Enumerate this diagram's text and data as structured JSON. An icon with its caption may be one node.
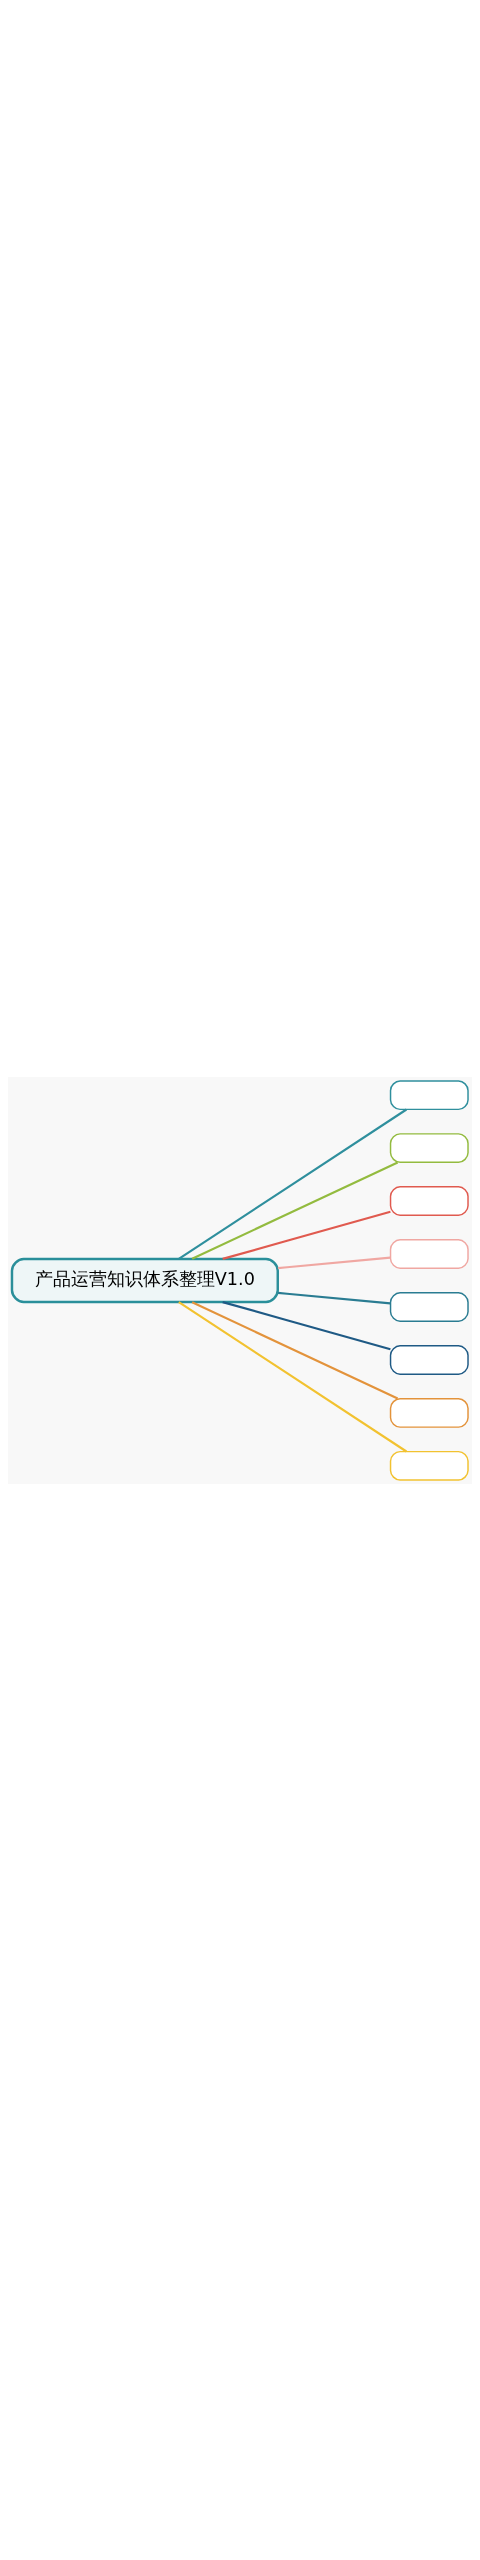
{
  "diagram": {
    "nodes": [
      {
        "text": [
          "产品运营知识体系整理V1.0"
        ]
      },
      {
        "text": [],
        "shape": "box"
      },
      {
        "text": [],
        "shape": "box"
      },
      {
        "text": [],
        "shape": "box"
      },
      {
        "text": [],
        "shape": "box"
      },
      {
        "text": [],
        "shape": "box"
      },
      {
        "text": [],
        "shape": "box"
      },
      {
        "text": [],
        "shape": "box"
      },
      {
        "text": [],
        "shape": "box"
      }
    ],
    "edges": [
      {
        "from": 0,
        "to": 1,
        "arrow": "none",
        "color": "#2f8f9d"
      },
      {
        "from": 0,
        "to": 2,
        "arrow": "none",
        "color": "#93bb3f"
      },
      {
        "from": 0,
        "to": 3,
        "arrow": "none",
        "color": "#e05a4f"
      },
      {
        "from": 0,
        "to": 4,
        "arrow": "none",
        "color": "#f0a7a2"
      },
      {
        "from": 0,
        "to": 5,
        "arrow": "none",
        "color": "#2a7c92"
      },
      {
        "from": 0,
        "to": 6,
        "arrow": "none",
        "color": "#1f5a85"
      },
      {
        "from": 0,
        "to": 7,
        "arrow": "none",
        "color": "#e3933b"
      },
      {
        "from": 0,
        "to": 8,
        "arrow": "none",
        "color": "#f2c230"
      }
    ]
  }
}
